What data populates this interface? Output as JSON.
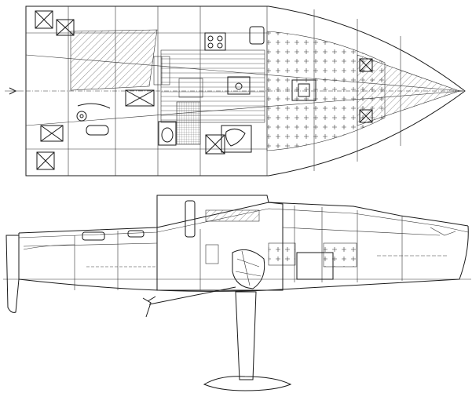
{
  "drawing": {
    "plan_view": {
      "hatch_pattern": "diagonal",
      "deck_pattern": "crosses",
      "fixtures": [
        "x-box-icon",
        "stove-icon",
        "sink-icon",
        "toilet-icon",
        "engine-icon",
        "arrow-icon"
      ]
    },
    "profile_view": {
      "elements": [
        "hull",
        "deckhouse",
        "keel-fin",
        "bulb",
        "rudder",
        "propeller",
        "engine"
      ]
    },
    "colors": {
      "line": "#1a1a1a",
      "background": "#ffffff"
    }
  }
}
